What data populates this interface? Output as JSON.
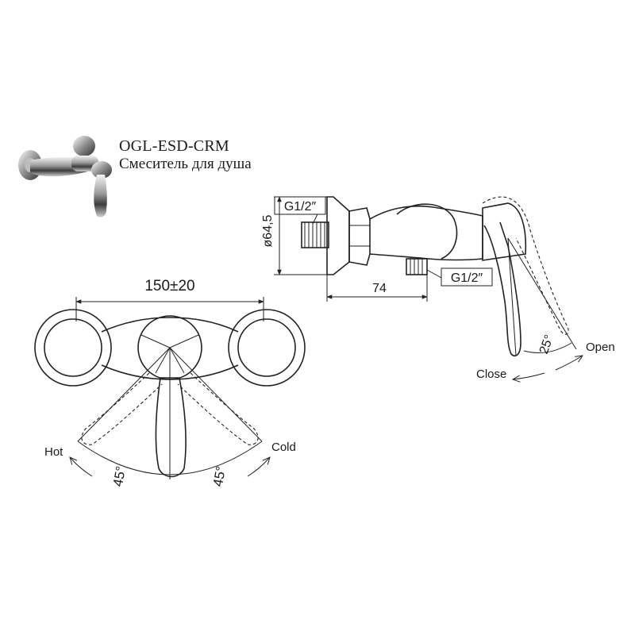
{
  "product": {
    "model_code": "OGL-ESD-CRM",
    "name": "Смеситель для душа"
  },
  "front_view": {
    "width_dimension": "150±20",
    "hot_label": "Hot",
    "cold_label": "Cold",
    "hot_angle": "45°",
    "cold_angle": "45°"
  },
  "side_view": {
    "diameter_dimension": "ø64,5",
    "inlet_thread": "G1/2″",
    "outlet_thread": "G1/2″",
    "length_dimension": "74",
    "open_angle": "25°",
    "open_label": "Open",
    "close_label": "Close"
  }
}
